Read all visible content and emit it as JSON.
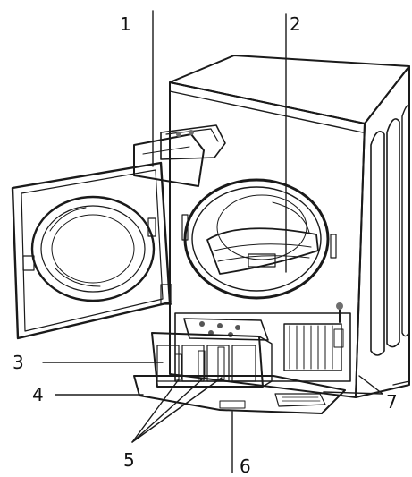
{
  "callouts": [
    {
      "id": "c1",
      "label": "1"
    },
    {
      "id": "c2",
      "label": "2"
    },
    {
      "id": "c3",
      "label": "3"
    },
    {
      "id": "c4",
      "label": "4"
    },
    {
      "id": "c5",
      "label": "5"
    },
    {
      "id": "c6",
      "label": "6"
    },
    {
      "id": "c7",
      "label": "7"
    }
  ],
  "colors": {
    "ink": "#1a1a1a",
    "body": "#f2f2f2",
    "shade": "#cfcfcf",
    "dark": "#6e6e6e",
    "background": "#ffffff"
  }
}
